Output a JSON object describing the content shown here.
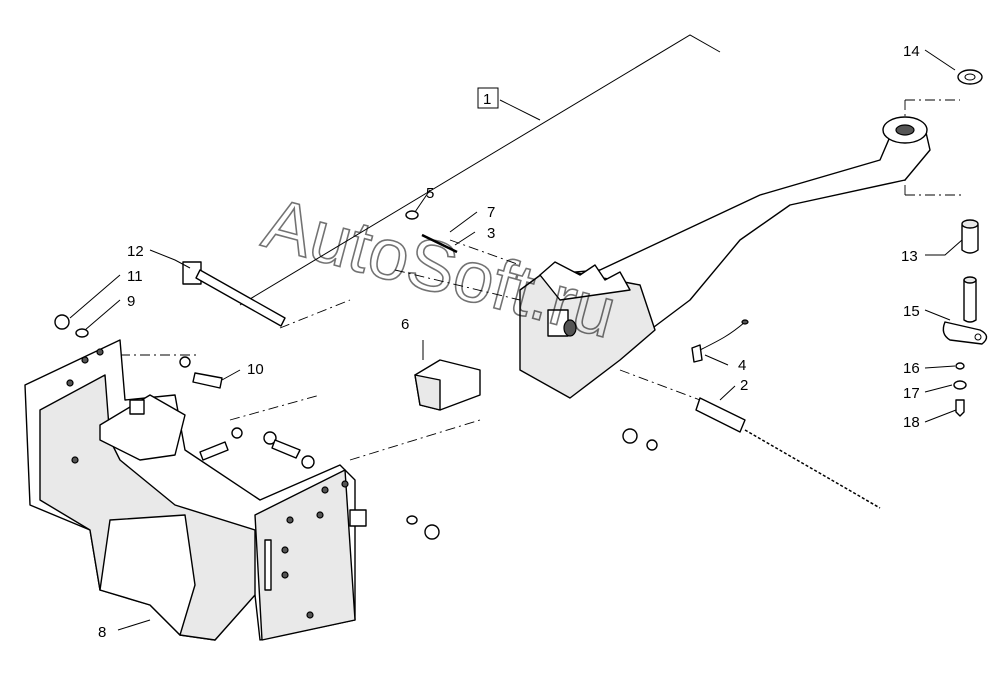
{
  "diagram": {
    "callouts": [
      {
        "id": "c1",
        "text": "1",
        "boxed": true
      },
      {
        "id": "c2",
        "text": "2"
      },
      {
        "id": "c3",
        "text": "3"
      },
      {
        "id": "c4",
        "text": "4"
      },
      {
        "id": "c5",
        "text": "5"
      },
      {
        "id": "c6",
        "text": "6"
      },
      {
        "id": "c7",
        "text": "7"
      },
      {
        "id": "c8",
        "text": "8"
      },
      {
        "id": "c9",
        "text": "9"
      },
      {
        "id": "c10",
        "text": "10"
      },
      {
        "id": "c11",
        "text": "11"
      },
      {
        "id": "c12",
        "text": "12"
      },
      {
        "id": "c13",
        "text": "13"
      },
      {
        "id": "c14",
        "text": "14"
      },
      {
        "id": "c15",
        "text": "15"
      },
      {
        "id": "c16",
        "text": "16"
      },
      {
        "id": "c17",
        "text": "17"
      },
      {
        "id": "c18",
        "text": "18"
      }
    ],
    "watermark": "AutoSoft.ru"
  }
}
